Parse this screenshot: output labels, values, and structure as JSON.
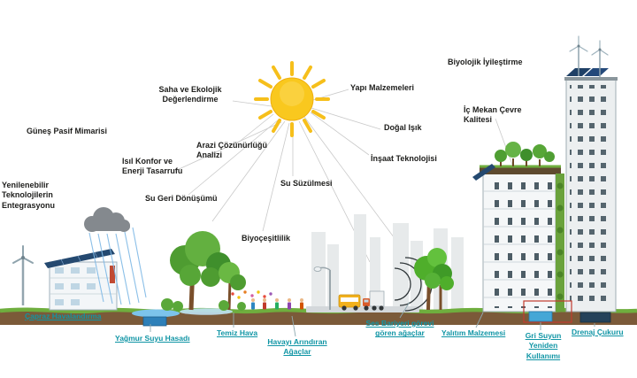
{
  "diagram": {
    "concepts": [
      {
        "name": "gunes-pasif-mimarisi",
        "label": "Güneş Pasif Mimarisi"
      },
      {
        "name": "yenilenebilir-teknolojiler",
        "label": "Yenilenebilir\nTeknolojilerin Entegrasyonu"
      },
      {
        "name": "isil-konfor",
        "label": "Isıl Konfor ve\nEnerji Tasarrufu"
      },
      {
        "name": "su-geri-donusumu",
        "label": "Su Geri Dönüşümü"
      },
      {
        "name": "saha-ekolojik-degerlendirme",
        "label": "Saha ve Ekolojik\nDeğerlendirme"
      },
      {
        "name": "arazi-cozunurlugu-analizi",
        "label": "Arazi Çözünürlüğü\nAnalizi"
      },
      {
        "name": "su-suzulmesi",
        "label": "Su Süzülmesi"
      },
      {
        "name": "biyocesitlilik",
        "label": "Biyoçeşitlilik"
      },
      {
        "name": "yapi-malzemeleri",
        "label": "Yapı Malzemeleri"
      },
      {
        "name": "dogal-isik",
        "label": "Doğal Işık"
      },
      {
        "name": "insaat-teknolojisi",
        "label": "İnşaat Teknolojisi"
      },
      {
        "name": "biyolojik-iyilestirme",
        "label": "Biyolojik İyileştirme"
      },
      {
        "name": "ic-mekan-cevre-kalitesi",
        "label": "İç Mekan Çevre\nKalitesi"
      }
    ],
    "features": [
      {
        "name": "capraz-havalandirma",
        "label": "Çapraz Havalandırma"
      },
      {
        "name": "yagmur-suyu-hasadi",
        "label": "Yağmur Suyu Hasadı"
      },
      {
        "name": "temiz-hava",
        "label": "Temiz Hava"
      },
      {
        "name": "havayi-arindiran-agaclar",
        "label": "Havayı Arındıran\nAğaçlar"
      },
      {
        "name": "ses-bariyeri-agaclar",
        "label": "Ses Bariyeri görevi\ngören ağaçlar"
      },
      {
        "name": "yalitim-malzemesi",
        "label": "Yalıtım Malzemesi"
      },
      {
        "name": "gri-suyun-kullanimi",
        "label": "Gri Suyun\nYeniden Kullanımı"
      },
      {
        "name": "drenaj-cukuru",
        "label": "Drenaj Çukuru"
      }
    ],
    "colors": {
      "accent_teal": "#1095A5",
      "text_black": "#1D1D1B",
      "sun_yellow": "#F9C81E",
      "grass_green": "#6FAE3E",
      "soil_brown": "#7B5A39",
      "solar_blue": "#244970"
    }
  }
}
